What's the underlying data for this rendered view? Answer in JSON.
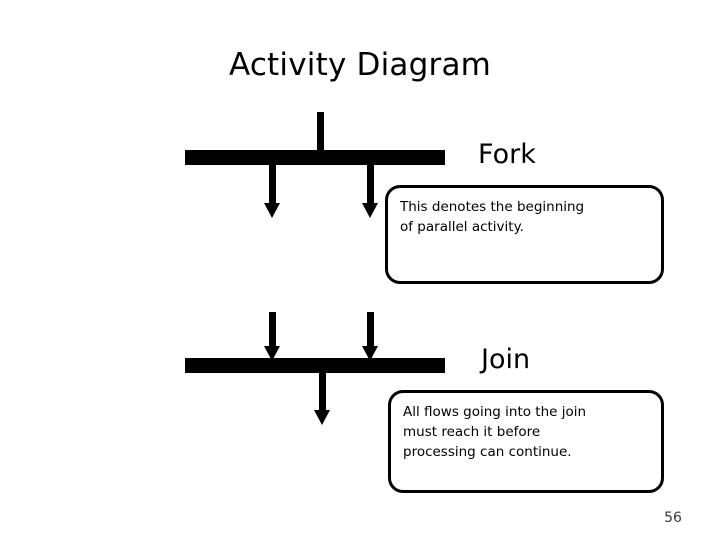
{
  "slide": {
    "title": "Activity Diagram",
    "page_number": "56",
    "background_color": "#ffffff",
    "ink_color": "#000000"
  },
  "diagram": {
    "type": "uml-activity-diagram",
    "nodes": [
      {
        "id": "fork",
        "label": "Fork",
        "shape": "synchronization-bar",
        "incoming_flows": 1,
        "outgoing_flows": 2,
        "note": {
          "lines": [
            "This denotes the beginning",
            "of parallel activity."
          ],
          "text": "This denotes the beginning of parallel activity."
        }
      },
      {
        "id": "join",
        "label": "Join",
        "shape": "synchronization-bar",
        "incoming_flows": 2,
        "outgoing_flows": 1,
        "note": {
          "lines": [
            "All flows going into the join",
            "must reach it before",
            "processing can continue."
          ],
          "text": "All flows going into the join must reach it before processing can continue."
        }
      }
    ],
    "arrows": [
      {
        "id": "fork-in",
        "name": "fork-incoming-flow-arrow",
        "direction": "down"
      },
      {
        "id": "fork-out-1",
        "name": "fork-outgoing-flow-arrow-1",
        "direction": "down"
      },
      {
        "id": "fork-out-2",
        "name": "fork-outgoing-flow-arrow-2",
        "direction": "down"
      },
      {
        "id": "join-in-1",
        "name": "join-incoming-flow-arrow-1",
        "direction": "down"
      },
      {
        "id": "join-in-2",
        "name": "join-incoming-flow-arrow-2",
        "direction": "down"
      },
      {
        "id": "join-out",
        "name": "join-outgoing-flow-arrow",
        "direction": "down"
      }
    ]
  }
}
